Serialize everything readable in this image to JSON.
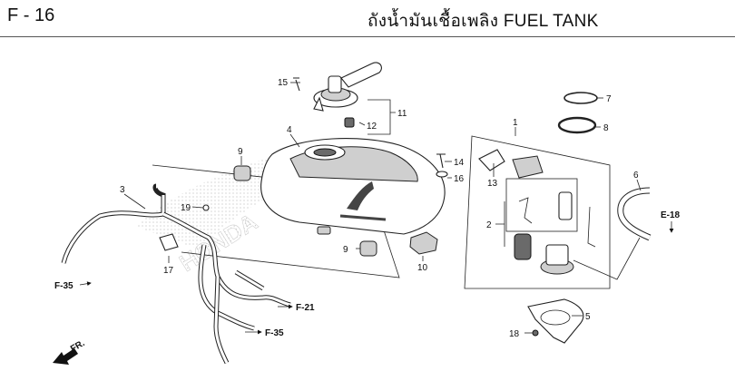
{
  "header": {
    "page_code": "F - 16",
    "title": "ถังน้ำมันเชื้อเพลิง  FUEL TANK"
  },
  "labels": {
    "p1": "1",
    "p2": "2",
    "p3": "3",
    "p4": "4",
    "p5": "5",
    "p6": "6",
    "p7": "7",
    "p8": "8",
    "p9a": "9",
    "p9b": "9",
    "p10": "10",
    "p11": "11",
    "p12": "12",
    "p13": "13",
    "p14": "14",
    "p15": "15",
    "p16": "16",
    "p17": "17",
    "p18": "18",
    "p19": "19"
  },
  "refs": {
    "f35_left": "F-35",
    "f21": "F-21",
    "f35_bottom": "F-35",
    "e18": "E-18",
    "front": "FR."
  },
  "watermark": "HONDA"
}
